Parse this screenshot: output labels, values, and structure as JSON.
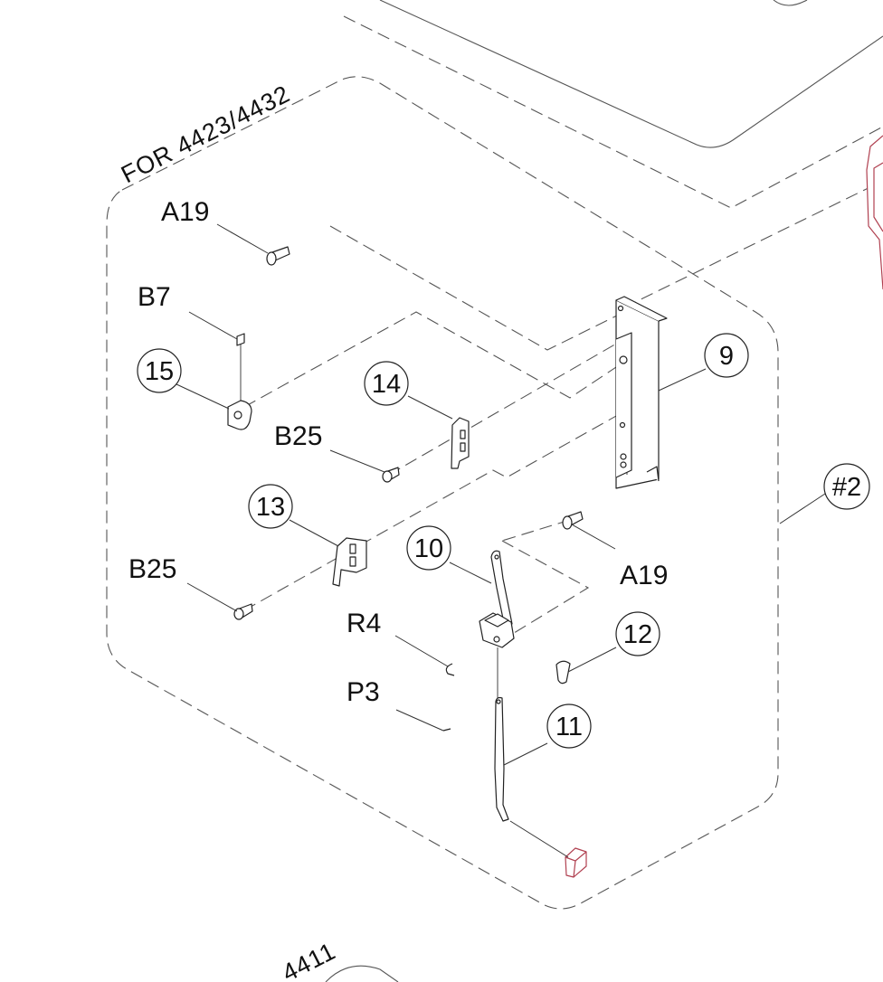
{
  "group_labels": {
    "main": "FOR 4423/4432",
    "bottom": "4411"
  },
  "callouts": {
    "c9": "9",
    "c10": "10",
    "c11": "11",
    "c12": "12",
    "c13": "13",
    "c14": "14",
    "c15": "15",
    "group2": "#2"
  },
  "part_codes": {
    "a19_top": "A19",
    "a19_right": "A19",
    "b7": "B7",
    "b25_upper": "B25",
    "b25_lower": "B25",
    "r4": "R4",
    "p3": "P3"
  },
  "colors": {
    "line": "#555555",
    "highlight_part": "#b04050"
  }
}
